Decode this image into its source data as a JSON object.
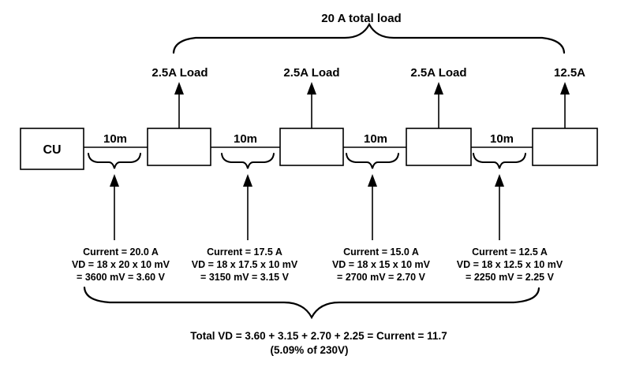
{
  "diagram": {
    "total_load_label": "20 A total load",
    "cu_label": "CU",
    "wire_length_labels": [
      "10m",
      "10m",
      "10m",
      "10m"
    ],
    "load_labels": [
      "2.5A Load",
      "2.5A Load",
      "2.5A Load",
      "12.5A"
    ],
    "calc_blocks": [
      {
        "lines": [
          "Current = 20.0 A",
          "VD = 18 x 20 x 10 mV",
          "= 3600 mV = 3.60 V"
        ]
      },
      {
        "lines": [
          "Current = 17.5 A",
          "VD = 18 x 17.5 x 10 mV",
          "= 3150 mV = 3.15 V"
        ]
      },
      {
        "lines": [
          "Current = 15.0 A",
          "VD = 18 x 15 x 10 mV",
          "= 2700 mV = 2.70 V"
        ]
      },
      {
        "lines": [
          "Current = 12.5 A",
          "VD = 18 x 12.5 x 10 mV",
          "= 2250 mV = 2.25 V"
        ]
      }
    ],
    "total_vd_line1": "Total VD = 3.60 + 3.15 + 2.70 + 2.25 = Current = 11.7",
    "total_vd_line2": "(5.09% of 230V)",
    "colors": {
      "line": "#000000",
      "text": "#000000",
      "background": "#ffffff"
    }
  }
}
